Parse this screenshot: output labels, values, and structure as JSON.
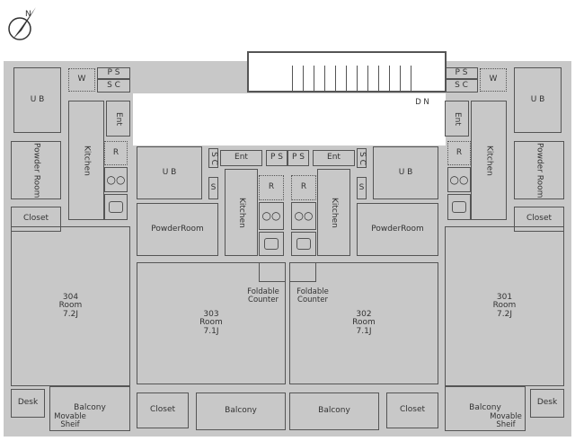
{
  "labels": {
    "ub": "U B",
    "powder_room_vertical": "Powder Room",
    "powder_room": "PowderRoom",
    "kitchen": "Kitchen",
    "closet": "Closet",
    "ent": "Ent",
    "ps": "P S",
    "sc": "S C",
    "s": "S",
    "washer": "W",
    "fridge": "R",
    "desk": "Desk",
    "balcony": "Balcony",
    "movable_shelf": "Movable Sheif",
    "foldable_counter": "Foldable Counter",
    "stairs_down": "D N"
  },
  "units": [
    {
      "number": "304",
      "room": "Room",
      "size": "7.2J"
    },
    {
      "number": "303",
      "room": "Room",
      "size": "7.1J"
    },
    {
      "number": "302",
      "room": "Room",
      "size": "7.1J"
    },
    {
      "number": "301",
      "room": "Room",
      "size": "7.2J"
    }
  ],
  "colors": {
    "bath": "#bfe3f3",
    "room": "#f6c7da",
    "storage": "#fdf7c3",
    "wall": "#c8c8c8"
  }
}
